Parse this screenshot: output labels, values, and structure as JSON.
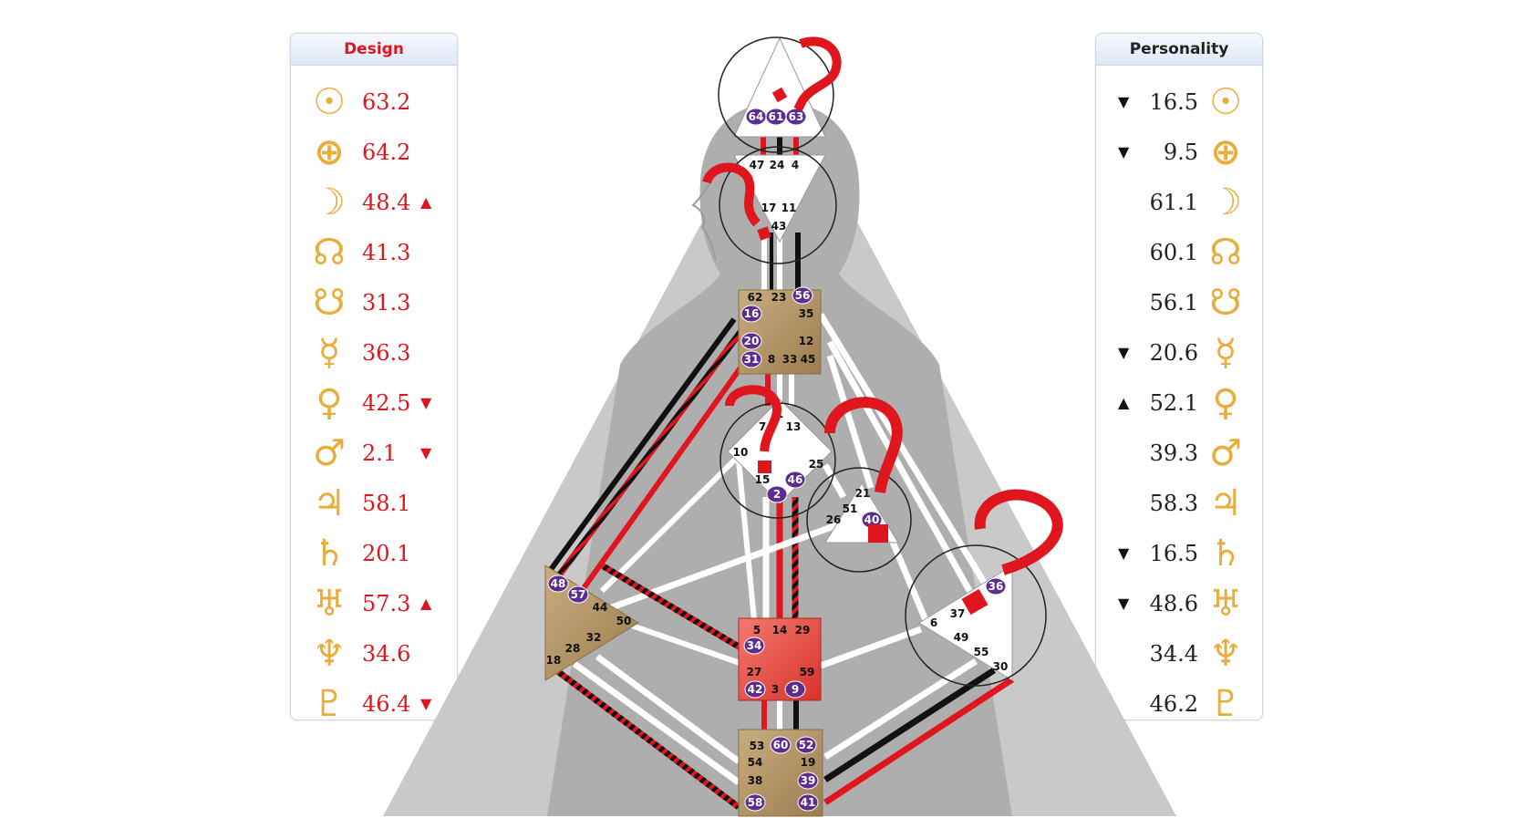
{
  "design": {
    "title": "Design",
    "rows": [
      {
        "planet": "sun-icon",
        "glyph": "☉",
        "value": "63.2",
        "arrow": ""
      },
      {
        "planet": "earth-icon",
        "glyph": "⊕",
        "value": "64.2",
        "arrow": ""
      },
      {
        "planet": "moon-icon",
        "glyph": "☽",
        "value": "48.4",
        "arrow": "▲"
      },
      {
        "planet": "north-node-icon",
        "glyph": "☊",
        "value": "41.3",
        "arrow": ""
      },
      {
        "planet": "south-node-icon",
        "glyph": "☋",
        "value": "31.3",
        "arrow": ""
      },
      {
        "planet": "mercury-icon",
        "glyph": "☿",
        "value": "36.3",
        "arrow": ""
      },
      {
        "planet": "venus-icon",
        "glyph": "♀",
        "value": "42.5",
        "arrow": "▼"
      },
      {
        "planet": "mars-icon",
        "glyph": "♂",
        "value": "2.1",
        "arrow": "▼"
      },
      {
        "planet": "jupiter-icon",
        "glyph": "♃",
        "value": "58.1",
        "arrow": ""
      },
      {
        "planet": "saturn-icon",
        "glyph": "♄",
        "value": "20.1",
        "arrow": ""
      },
      {
        "planet": "uranus-icon",
        "glyph": "♅",
        "value": "57.3",
        "arrow": "▲"
      },
      {
        "planet": "neptune-icon",
        "glyph": "♆",
        "value": "34.6",
        "arrow": ""
      },
      {
        "planet": "pluto-icon",
        "glyph": "♇",
        "value": "46.4",
        "arrow": "▼"
      }
    ]
  },
  "personality": {
    "title": "Personality",
    "rows": [
      {
        "planet": "sun-icon",
        "glyph": "☉",
        "value": "16.5",
        "arrow": "▼"
      },
      {
        "planet": "earth-icon",
        "glyph": "⊕",
        "value": "9.5",
        "arrow": "▼"
      },
      {
        "planet": "moon-icon",
        "glyph": "☽",
        "value": "61.1",
        "arrow": ""
      },
      {
        "planet": "north-node-icon",
        "glyph": "☊",
        "value": "60.1",
        "arrow": ""
      },
      {
        "planet": "south-node-icon",
        "glyph": "☋",
        "value": "56.1",
        "arrow": ""
      },
      {
        "planet": "mercury-icon",
        "glyph": "☿",
        "value": "20.6",
        "arrow": "▼"
      },
      {
        "planet": "venus-icon",
        "glyph": "♀",
        "value": "52.1",
        "arrow": "▲"
      },
      {
        "planet": "mars-icon",
        "glyph": "♂",
        "value": "39.3",
        "arrow": ""
      },
      {
        "planet": "jupiter-icon",
        "glyph": "♃",
        "value": "58.3",
        "arrow": ""
      },
      {
        "planet": "saturn-icon",
        "glyph": "♄",
        "value": "16.5",
        "arrow": "▼"
      },
      {
        "planet": "uranus-icon",
        "glyph": "♅",
        "value": "48.6",
        "arrow": "▼"
      },
      {
        "planet": "neptune-icon",
        "glyph": "♆",
        "value": "34.4",
        "arrow": ""
      },
      {
        "planet": "pluto-icon",
        "glyph": "♇",
        "value": "46.2",
        "arrow": ""
      }
    ]
  },
  "colors": {
    "design": "#e0161e",
    "personality": "#111111",
    "planet_glyph": "#e9ad3c",
    "active_gate": "#5b2d8e",
    "defined_center": "#b89a6a",
    "sacral_center": "#e0473e"
  },
  "centers": [
    {
      "name": "head",
      "gates": [
        {
          "n": "64",
          "active": true
        },
        {
          "n": "61",
          "active": true
        },
        {
          "n": "63",
          "active": true
        }
      ]
    },
    {
      "name": "ajna",
      "gates": [
        {
          "n": "47",
          "active": false
        },
        {
          "n": "24",
          "active": false
        },
        {
          "n": "4",
          "active": false
        },
        {
          "n": "17",
          "active": false
        },
        {
          "n": "11",
          "active": false
        },
        {
          "n": "43",
          "active": false
        }
      ]
    },
    {
      "name": "throat",
      "gates": [
        {
          "n": "62",
          "active": false
        },
        {
          "n": "23",
          "active": false
        },
        {
          "n": "56",
          "active": true
        },
        {
          "n": "16",
          "active": true
        },
        {
          "n": "35",
          "active": false
        },
        {
          "n": "20",
          "active": true
        },
        {
          "n": "12",
          "active": false
        },
        {
          "n": "31",
          "active": true
        },
        {
          "n": "8",
          "active": false
        },
        {
          "n": "33",
          "active": false
        },
        {
          "n": "45",
          "active": false
        }
      ]
    },
    {
      "name": "g-center",
      "gates": [
        {
          "n": "1",
          "active": false
        },
        {
          "n": "7",
          "active": false
        },
        {
          "n": "13",
          "active": false
        },
        {
          "n": "10",
          "active": false
        },
        {
          "n": "25",
          "active": false
        },
        {
          "n": "15",
          "active": false
        },
        {
          "n": "46",
          "active": true
        },
        {
          "n": "2",
          "active": true
        }
      ]
    },
    {
      "name": "ego",
      "gates": [
        {
          "n": "21",
          "active": false
        },
        {
          "n": "51",
          "active": false
        },
        {
          "n": "26",
          "active": false
        },
        {
          "n": "40",
          "active": true
        }
      ]
    },
    {
      "name": "spleen",
      "gates": [
        {
          "n": "48",
          "active": true
        },
        {
          "n": "57",
          "active": true
        },
        {
          "n": "44",
          "active": false
        },
        {
          "n": "50",
          "active": false
        },
        {
          "n": "32",
          "active": false
        },
        {
          "n": "28",
          "active": false
        },
        {
          "n": "18",
          "active": false
        }
      ]
    },
    {
      "name": "sacral",
      "gates": [
        {
          "n": "5",
          "active": false
        },
        {
          "n": "14",
          "active": false
        },
        {
          "n": "29",
          "active": false
        },
        {
          "n": "34",
          "active": true
        },
        {
          "n": "27",
          "active": false
        },
        {
          "n": "59",
          "active": false
        },
        {
          "n": "42",
          "active": true
        },
        {
          "n": "3",
          "active": false
        },
        {
          "n": "9",
          "active": true
        }
      ]
    },
    {
      "name": "solar-plexus",
      "gates": [
        {
          "n": "36",
          "active": true
        },
        {
          "n": "6",
          "active": false
        },
        {
          "n": "37",
          "active": false
        },
        {
          "n": "49",
          "active": false
        },
        {
          "n": "55",
          "active": false
        },
        {
          "n": "30",
          "active": false
        }
      ]
    },
    {
      "name": "root",
      "gates": [
        {
          "n": "53",
          "active": false
        },
        {
          "n": "60",
          "active": true
        },
        {
          "n": "52",
          "active": true
        },
        {
          "n": "54",
          "active": false
        },
        {
          "n": "19",
          "active": false
        },
        {
          "n": "38",
          "active": false
        },
        {
          "n": "39",
          "active": true
        },
        {
          "n": "58",
          "active": true
        },
        {
          "n": "41",
          "active": true
        }
      ]
    }
  ]
}
